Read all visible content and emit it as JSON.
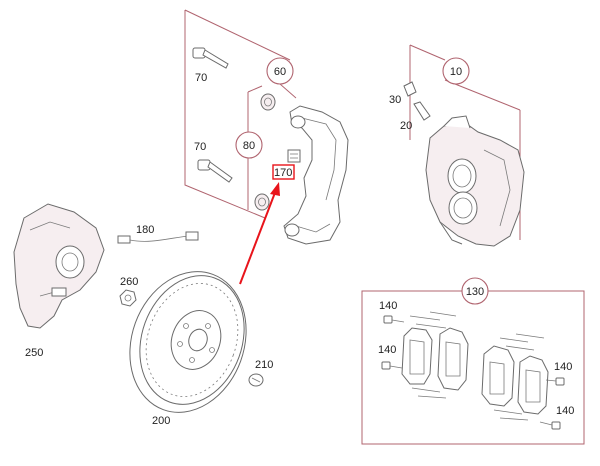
{
  "colors": {
    "highlight": "#e8141b",
    "frame": "#b0646f",
    "linework": "#6b6b6b"
  },
  "labels": {
    "l10": "10",
    "l20": "20",
    "l30": "30",
    "l60": "60",
    "l70a": "70",
    "l70b": "70",
    "l80": "80",
    "l130": "130",
    "l140a": "140",
    "l140b": "140",
    "l140c": "140",
    "l140d": "140",
    "l170": "170",
    "l180": "180",
    "l200": "200",
    "l210": "210",
    "l250": "250",
    "l260": "260"
  }
}
